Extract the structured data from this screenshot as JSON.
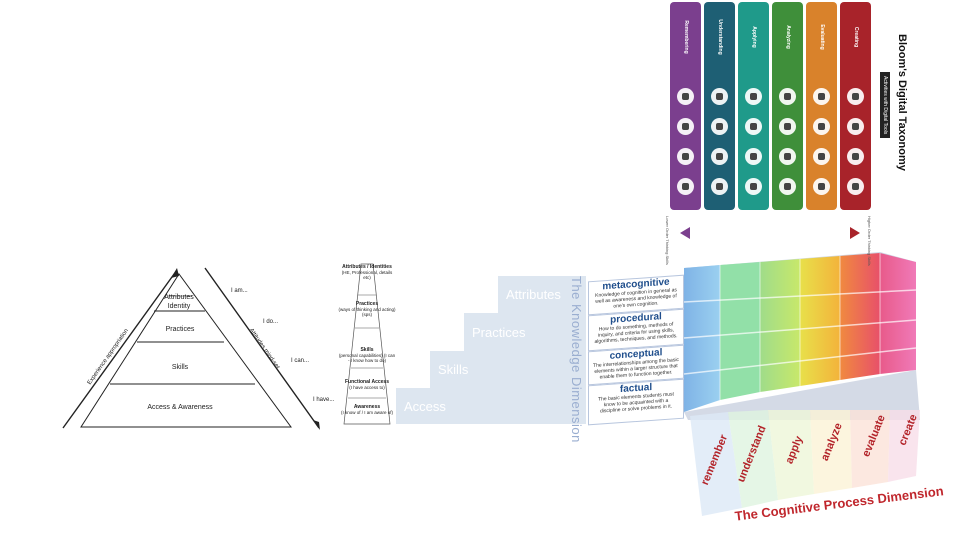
{
  "pyramid": {
    "levels": [
      "Attributes",
      "Identity",
      "Practices",
      "Skills",
      "Access & Awareness"
    ],
    "side_left": "Experience appropriation",
    "side_right": "Attitudes mind-set",
    "statements": [
      "I am...",
      "I do...",
      "I can...",
      "I have..."
    ]
  },
  "small_pyramid": {
    "blocks": [
      {
        "title": "Attributes / Identities",
        "text": "(HE, Professional, details etc)"
      },
      {
        "title": "Practices",
        "text": "(ways of thinking and acting) (sps)"
      },
      {
        "title": "Skills",
        "text": "(personal capabilities) (I can - I know how to do)"
      },
      {
        "title": "Functional Access",
        "text": "(I have access to)"
      },
      {
        "title": "Awareness",
        "text": "(I know of / I am aware of)"
      }
    ]
  },
  "knowledge": {
    "steps": [
      "Attributes",
      "Practices",
      "Skills",
      "Access"
    ],
    "dimension_title": "The Knowledge Dimension",
    "cards": [
      {
        "title": "metacognitive",
        "text": "Knowledge of cognition in general as well as awareness and knowledge of one's own cognition."
      },
      {
        "title": "procedural",
        "text": "How to do something, methods of inquiry, and criteria for using skills, algorithms, techniques, and methods."
      },
      {
        "title": "conceptual",
        "text": "The interrelationships among the basic elements within a larger structure that enable them to function together."
      },
      {
        "title": "factual",
        "text": "The basic elements students must know to be acquainted with a discipline or solve problems in it."
      }
    ]
  },
  "cognitive": {
    "processes": [
      "remember",
      "understand",
      "apply",
      "analyze",
      "evaluate",
      "create"
    ],
    "dimension_title": "The Cognitive Process Dimension"
  },
  "bloom": {
    "title": "Bloom's Digital Taxonomy",
    "subtitle": "Activities with Digital Tools",
    "columns": [
      {
        "label": "Remembering",
        "color": "#7b3f8e"
      },
      {
        "label": "Understanding",
        "color": "#1e5f74"
      },
      {
        "label": "Applying",
        "color": "#1f9a8a"
      },
      {
        "label": "Analyzing",
        "color": "#3f8f3a"
      },
      {
        "label": "Evaluating",
        "color": "#d9822b"
      },
      {
        "label": "Creating",
        "color": "#a8232a"
      }
    ],
    "lower_label": "Lower Order Thinking Skills",
    "higher_label": "Higher Order Thinking Skills"
  },
  "colors": {
    "step": "#dde6f0",
    "knowledge_text": "#9aaed0",
    "cognitive_red": "#c0272d"
  }
}
